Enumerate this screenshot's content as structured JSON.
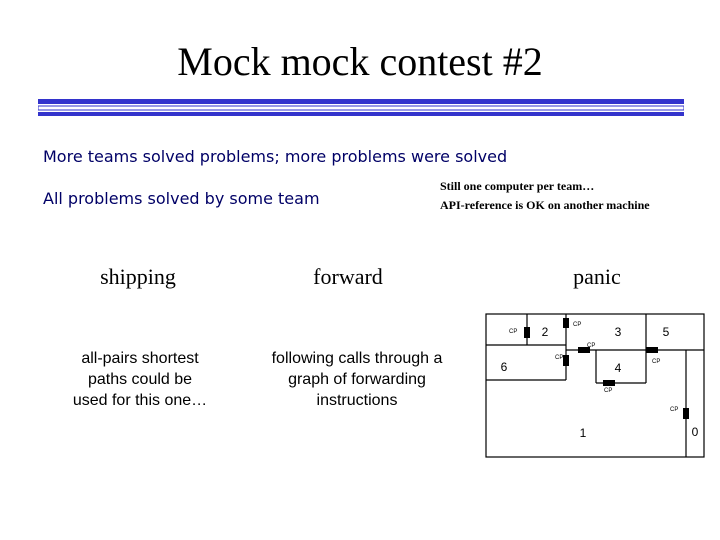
{
  "slide": {
    "title": "Mock mock contest #2",
    "line1": "More teams solved problems; more problems were solved",
    "line2": "All problems solved by some team",
    "note_line1": "Still one computer per team…",
    "note_line2": "API-reference is OK on another machine"
  },
  "problems": [
    {
      "name": "shipping",
      "desc1": "all-pairs shortest",
      "desc2": "paths could be",
      "desc3": "used for this one…"
    },
    {
      "name": "forward",
      "desc1": "following calls through a",
      "desc2": "graph of forwarding",
      "desc3": "instructions"
    },
    {
      "name": "panic"
    }
  ],
  "diagram": {
    "rooms": [
      "2",
      "3",
      "5",
      "6",
      "4",
      "1",
      "0"
    ],
    "cp": "CP"
  }
}
